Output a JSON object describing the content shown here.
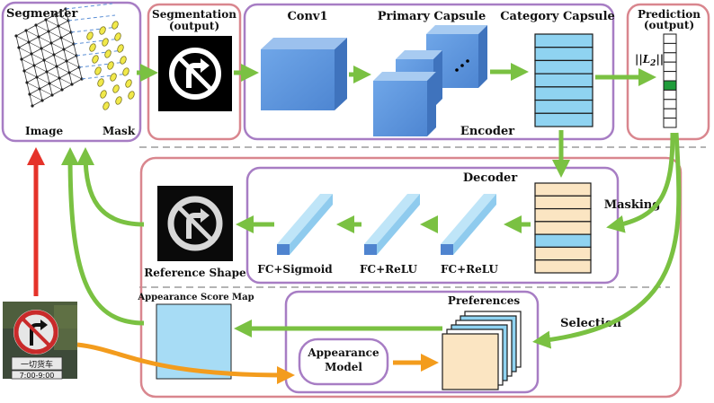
{
  "labels": {
    "segmenter": "Segmenter",
    "image": "Image",
    "mask": "Mask",
    "segmentation_1": "Segmentation",
    "segmentation_2": "(output)",
    "conv1": "Conv1",
    "primary_capsule": "Primary Capsule",
    "category_capsule": "Category Capsule",
    "prediction_1": "Prediction",
    "prediction_2": "(output)",
    "norm": "||L",
    "norm_sub": "2",
    "norm_end": "||",
    "encoder": "Encoder",
    "decoder": "Decoder",
    "masking": "Masking",
    "reference_shape": "Reference Shape",
    "fc_sigmoid": "FC+Sigmoid",
    "fc_relu_1": "FC+ReLU",
    "fc_relu_2": "FC+ReLU",
    "appearance_score_map": "Appearance Score Map",
    "preferences": "Preferences",
    "selection": "Selection",
    "appearance_model_1": "Appearance",
    "appearance_model_2": "Model",
    "photo_sign_text": "一切货车",
    "photo_sign_time": "7:00-9:00"
  },
  "colors": {
    "panel_border": "#a77dc4",
    "outer_border": "#d9868e",
    "arrow_green": "#7ac142",
    "arrow_red": "#e5332a",
    "arrow_orange": "#f39c1d",
    "capsule_blue": "#8fd3f1",
    "cube_blue": "#5b8fd6",
    "decoder_beige": "#fbe5c2",
    "highlight_green": "#1f9c3a"
  },
  "category_capsule_bars": 7,
  "prediction_cells": 10,
  "prediction_active_index": 5,
  "decoder_bars": 7,
  "decoder_active_index": 4,
  "preference_layers": 6
}
